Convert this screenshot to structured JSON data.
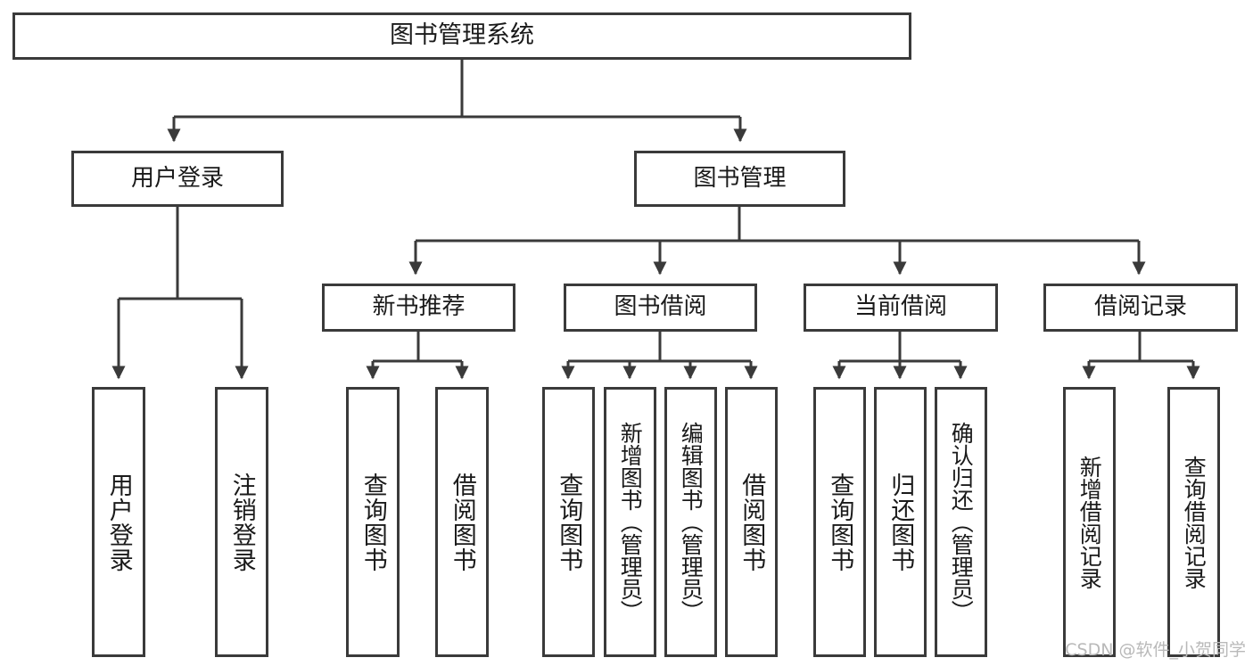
{
  "diagram": {
    "title": "图书管理系统",
    "watermark": "CSDN @软件_小贺同学",
    "colors": {
      "stroke": "#3a3a3a",
      "fill": "#ffffff",
      "text": "#1a1a1a",
      "watermark": "#b9b9b9"
    },
    "levels": {
      "root": {
        "label": "图书管理系统"
      },
      "level2": [
        {
          "label": "用户登录"
        },
        {
          "label": "图书管理"
        }
      ],
      "level3": [
        {
          "label": "新书推荐"
        },
        {
          "label": "图书借阅"
        },
        {
          "label": "当前借阅"
        },
        {
          "label": "借阅记录"
        }
      ],
      "leaves": {
        "user_login": [
          {
            "label": "用户登录"
          },
          {
            "label": "注销登录"
          }
        ],
        "new_book_recommend": [
          {
            "label": "查询图书"
          },
          {
            "label": "借阅图书"
          }
        ],
        "book_borrow": [
          {
            "label": "查询图书"
          },
          {
            "label": "新增图书（管理员）"
          },
          {
            "label": "编辑图书（管理员）"
          },
          {
            "label": "借阅图书"
          }
        ],
        "current_borrow": [
          {
            "label": "查询图书"
          },
          {
            "label": "归还图书"
          },
          {
            "label": "确认归还（管理员）"
          }
        ],
        "borrow_record": [
          {
            "label": "新增借阅记录"
          },
          {
            "label": "查询借阅记录"
          }
        ]
      }
    }
  }
}
